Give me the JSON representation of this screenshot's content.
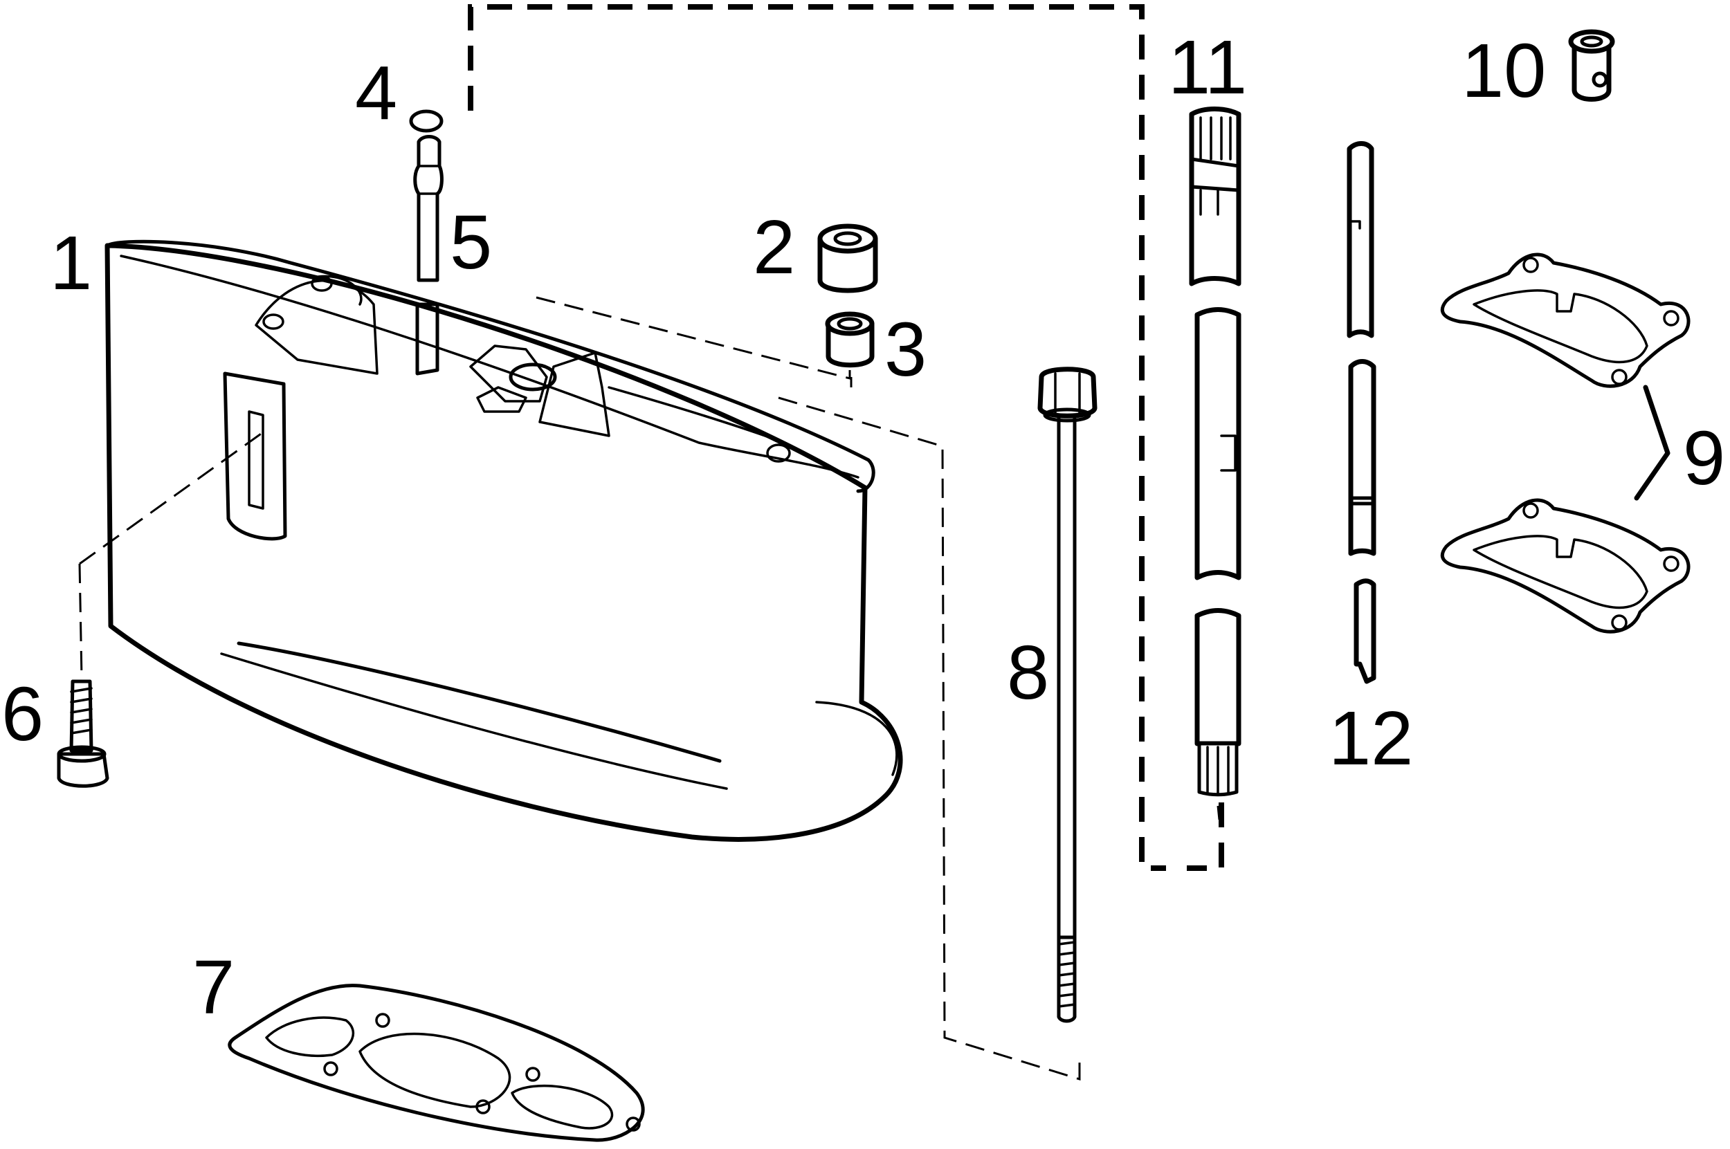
{
  "callouts": [
    {
      "key": "1",
      "label": "1"
    },
    {
      "key": "2",
      "label": "2"
    },
    {
      "key": "3",
      "label": "3"
    },
    {
      "key": "4",
      "label": "4"
    },
    {
      "key": "5",
      "label": "5"
    },
    {
      "key": "6",
      "label": "6"
    },
    {
      "key": "7",
      "label": "7"
    },
    {
      "key": "8",
      "label": "8"
    },
    {
      "key": "9",
      "label": "9"
    },
    {
      "key": "10",
      "label": "10"
    },
    {
      "key": "11",
      "label": "11"
    },
    {
      "key": "12",
      "label": "12"
    }
  ],
  "parts": [
    {
      "callout": "1",
      "name": "drive-shaft-housing"
    },
    {
      "callout": "2",
      "name": "bushing"
    },
    {
      "callout": "3",
      "name": "grommet"
    },
    {
      "callout": "4",
      "name": "o-ring"
    },
    {
      "callout": "5",
      "name": "water-tube"
    },
    {
      "callout": "6",
      "name": "screw"
    },
    {
      "callout": "7",
      "name": "gasket"
    },
    {
      "callout": "8",
      "name": "long-bolt"
    },
    {
      "callout": "9",
      "name": "gasket-pair"
    },
    {
      "callout": "10",
      "name": "bushing-small"
    },
    {
      "callout": "11",
      "name": "drive-shaft"
    },
    {
      "callout": "12",
      "name": "shift-rod"
    }
  ]
}
